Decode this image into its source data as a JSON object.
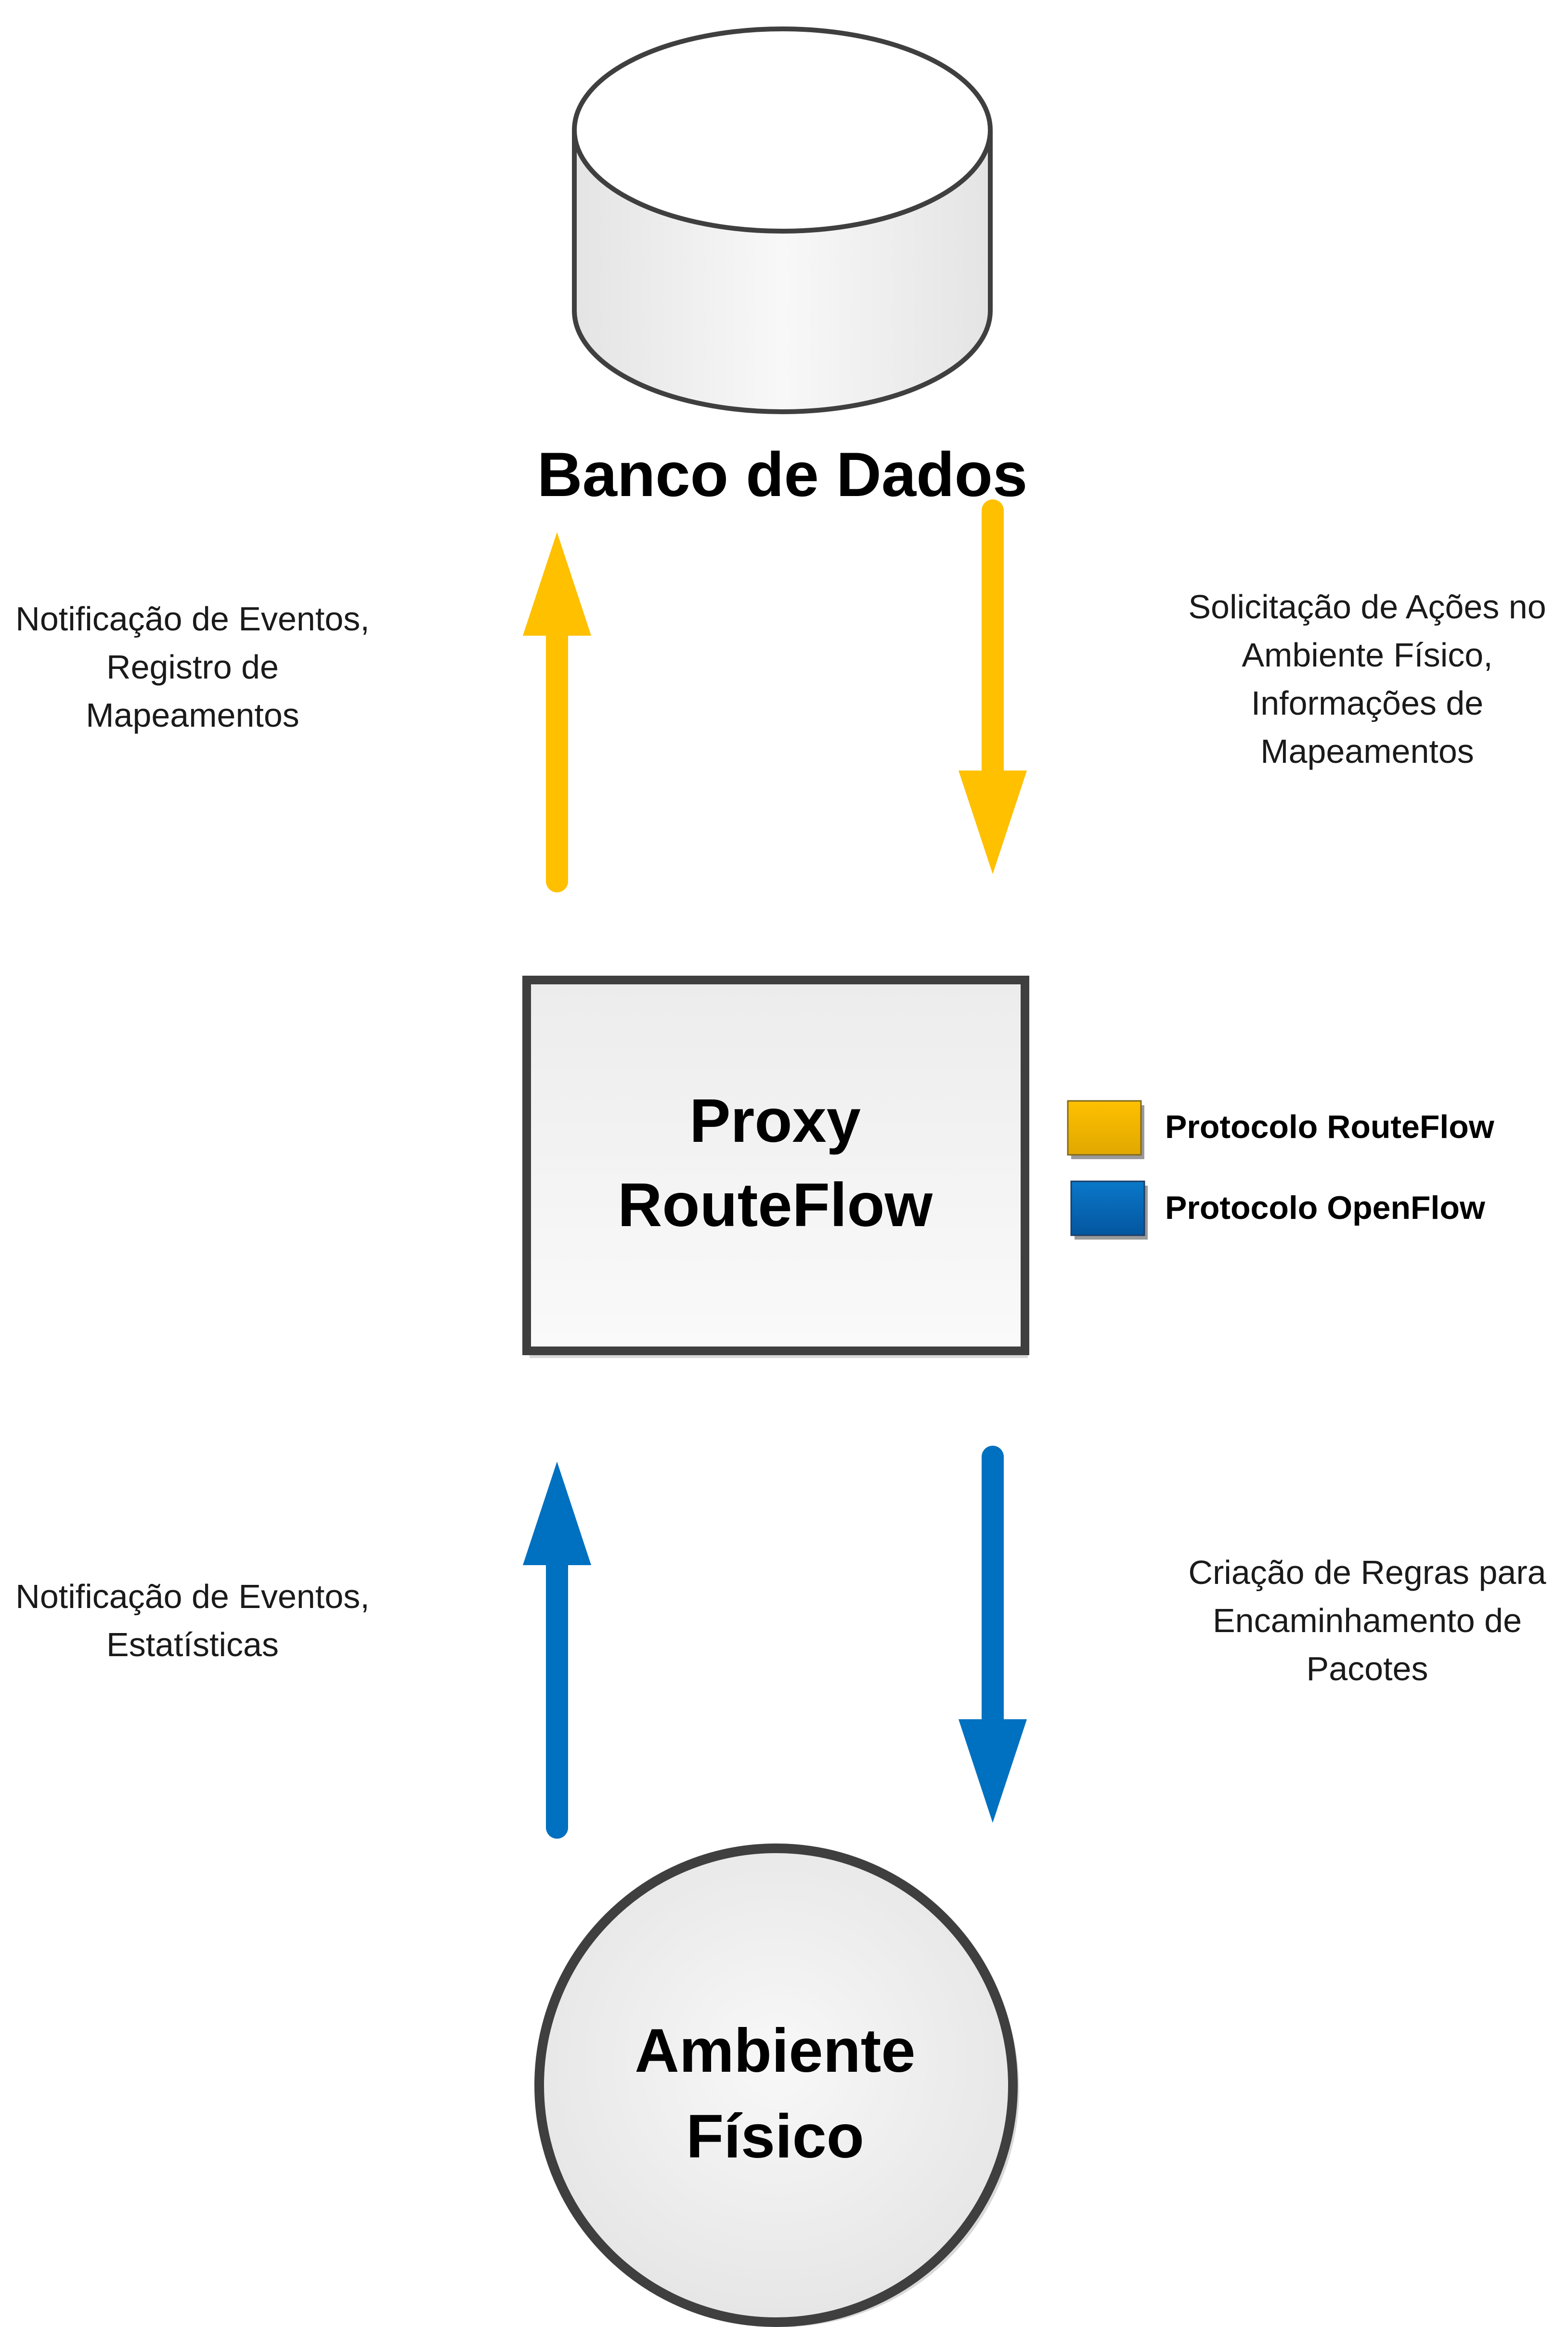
{
  "nodes": {
    "database": "Banco de Dados",
    "proxy_line1": "Proxy",
    "proxy_line2": "RouteFlow",
    "physical_line1": "Ambiente",
    "physical_line2": "Físico"
  },
  "edges": {
    "up_yellow": [
      "Notificação de Eventos,",
      "Registro de",
      "Mapeamentos"
    ],
    "down_yellow": [
      "Solicitação de Ações no",
      "Ambiente Físico,",
      "Informações de",
      "Mapeamentos"
    ],
    "up_blue": [
      "Notificação de Eventos,",
      "Estatísticas"
    ],
    "down_blue": [
      "Criação de Regras para",
      "Encaminhamento de",
      "Pacotes"
    ]
  },
  "legend": {
    "routeflow": "Protocolo RouteFlow",
    "openflow": "Protocolo OpenFlow"
  },
  "colors": {
    "routeflow": "#FFC000",
    "openflow": "#0070C0",
    "outline": "#3f3f3f"
  }
}
